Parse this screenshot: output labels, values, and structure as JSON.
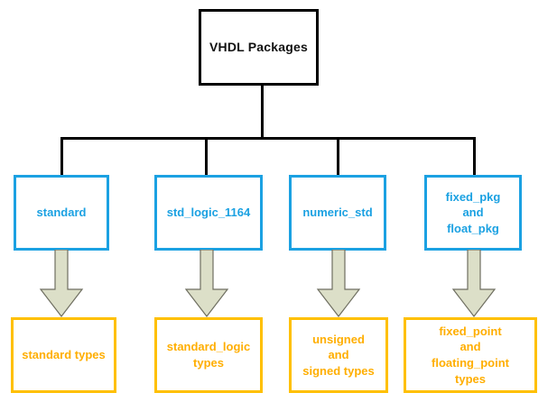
{
  "diagram": {
    "title": "VHDL Packages hierarchy",
    "background": "#ffffff",
    "colors": {
      "root_border": "#000000",
      "root_text": "#111111",
      "package_border": "#1BA1E2",
      "package_text": "#1BA1E2",
      "type_border": "#FFC000",
      "type_text": "#FFAE00",
      "arrow_fill": "#DCDFC8",
      "arrow_stroke": "#6E6E60",
      "connector": "#000000"
    }
  },
  "root": {
    "label": "VHDL Packages"
  },
  "packages": [
    {
      "label": "standard"
    },
    {
      "label": "std_logic_1164"
    },
    {
      "label": "numeric_std"
    },
    {
      "label": "fixed_pkg\nand\nfloat_pkg"
    }
  ],
  "arrows": [
    {
      "name": "arrow-standard"
    },
    {
      "name": "arrow-std-logic-1164"
    },
    {
      "name": "arrow-numeric-std"
    },
    {
      "name": "arrow-fixed-float-pkg"
    }
  ],
  "types": [
    {
      "label": "standard types"
    },
    {
      "label": "standard_logic\ntypes"
    },
    {
      "label": "unsigned\nand\nsigned types"
    },
    {
      "label": "fixed_point\nand\nfloating_point\ntypes"
    }
  ]
}
